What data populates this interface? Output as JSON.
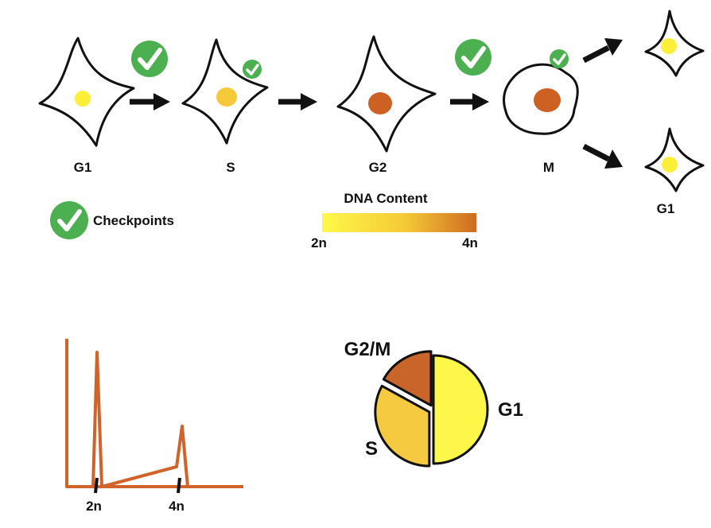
{
  "stages": [
    {
      "label": "G1"
    },
    {
      "label": "S"
    },
    {
      "label": "G2"
    },
    {
      "label": "M"
    },
    {
      "label": "G1"
    }
  ],
  "legend": {
    "checkpoints_label": "Checkpoints",
    "dna_title": "DNA Content",
    "dna_min": "2n",
    "dna_max": "4n",
    "gradient_colors": [
      "#fff94a",
      "#f4c836",
      "#cf6a22"
    ]
  },
  "colors": {
    "nucleus_g1": "#fbef3a",
    "nucleus_s": "#f6c93b",
    "nucleus_g2": "#cd6124",
    "checkmark_green": "#4caf50",
    "histogram_line": "#d0632a"
  },
  "histogram": {
    "tick_labels": [
      "2n",
      "4n"
    ]
  },
  "chart_data": {
    "type": "pie",
    "categories": [
      "G1",
      "S",
      "G2/M"
    ],
    "values": [
      50,
      33,
      17
    ],
    "colors": [
      "#fdf74a",
      "#f5c940",
      "#c9652a"
    ]
  }
}
